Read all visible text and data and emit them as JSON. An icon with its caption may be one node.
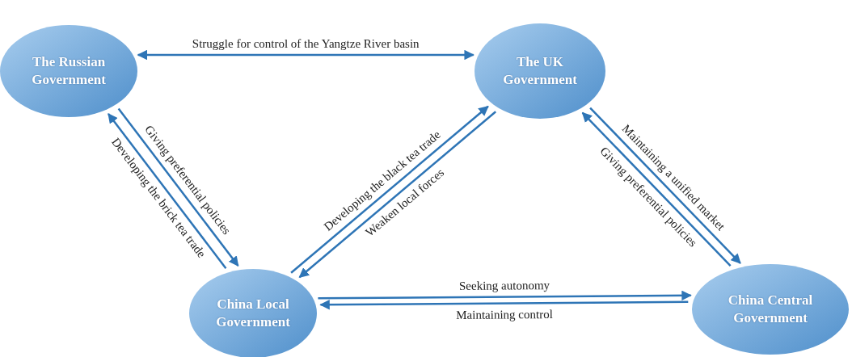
{
  "diagram": {
    "nodes": [
      {
        "text": [
          "The Russian Government"
        ]
      },
      {
        "text": [
          "The UK Government"
        ]
      },
      {
        "text": [
          "China Local Government"
        ]
      },
      {
        "text": [
          "China Central Government"
        ]
      }
    ],
    "edges": [
      {
        "from": 0,
        "to": 1,
        "arrow": "both",
        "label": "Struggle for control of the Yangtze River basin"
      },
      {
        "from": 0,
        "to": 2,
        "arrow": "to",
        "label": "Giving preferential policies"
      },
      {
        "from": 2,
        "to": 0,
        "arrow": "to",
        "label": "Developing the brick tea trade"
      },
      {
        "from": 2,
        "to": 1,
        "arrow": "to",
        "label": "Developing the black tea trade"
      },
      {
        "from": 1,
        "to": 2,
        "arrow": "to",
        "label": "Weaken local forces"
      },
      {
        "from": 1,
        "to": 3,
        "arrow": "to",
        "label": "Maintaining a unified market"
      },
      {
        "from": 3,
        "to": 1,
        "arrow": "to",
        "label": "Giving preferential policies"
      },
      {
        "from": 2,
        "to": 3,
        "arrow": "to",
        "label": "Seeking autonomy"
      },
      {
        "from": 3,
        "to": 2,
        "arrow": "to",
        "label": "Maintaining control"
      }
    ]
  }
}
